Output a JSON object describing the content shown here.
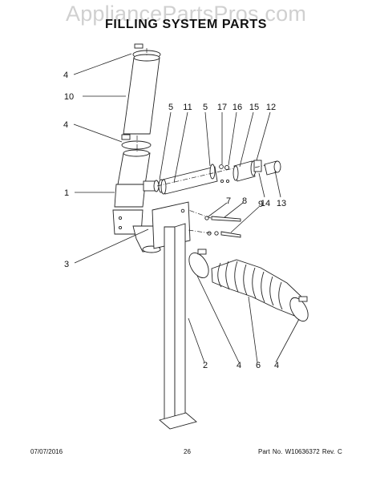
{
  "watermark": "AppliancePartsPros.com",
  "title": "FILLING SYSTEM PARTS",
  "callouts": [
    "4",
    "10",
    "4",
    "1",
    "3",
    "5",
    "11",
    "5",
    "17",
    "16",
    "15",
    "12",
    "14",
    "13",
    "7",
    "8",
    "9",
    "2",
    "4",
    "6",
    "4"
  ],
  "footer": {
    "date": "07/07/2016",
    "page": "26",
    "part": "Part  No.  W10636372  Rev.  C"
  }
}
